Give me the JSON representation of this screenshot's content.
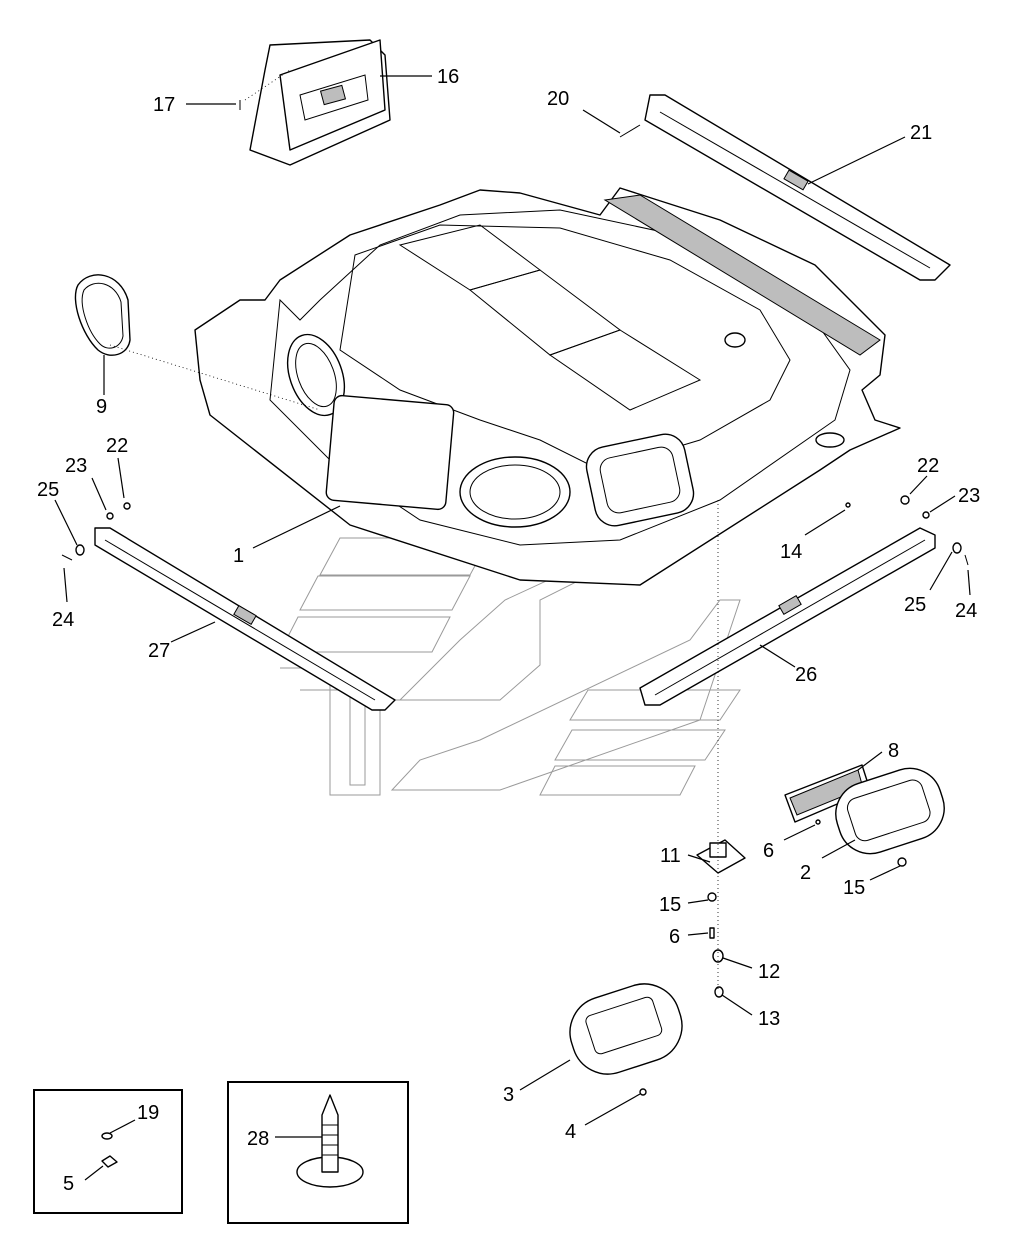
{
  "callouts": {
    "c1": "1",
    "c2": "2",
    "c3": "3",
    "c4": "4",
    "c5": "5",
    "c6a": "6",
    "c6b": "6",
    "c8": "8",
    "c9": "9",
    "c11": "11",
    "c12": "12",
    "c13": "13",
    "c14": "14",
    "c15a": "15",
    "c15b": "15",
    "c16": "16",
    "c17": "17",
    "c19": "19",
    "c20": "20",
    "c21": "21",
    "c22a": "22",
    "c22b": "22",
    "c23a": "23",
    "c23b": "23",
    "c24a": "24",
    "c24b": "24",
    "c25a": "25",
    "c25b": "25",
    "c26": "26",
    "c27": "27",
    "c28": "28"
  },
  "colors": {
    "line": "#000000",
    "watermark": "#9a9a9a",
    "fill": "#ffffff",
    "shade": "#bdbdbd"
  }
}
